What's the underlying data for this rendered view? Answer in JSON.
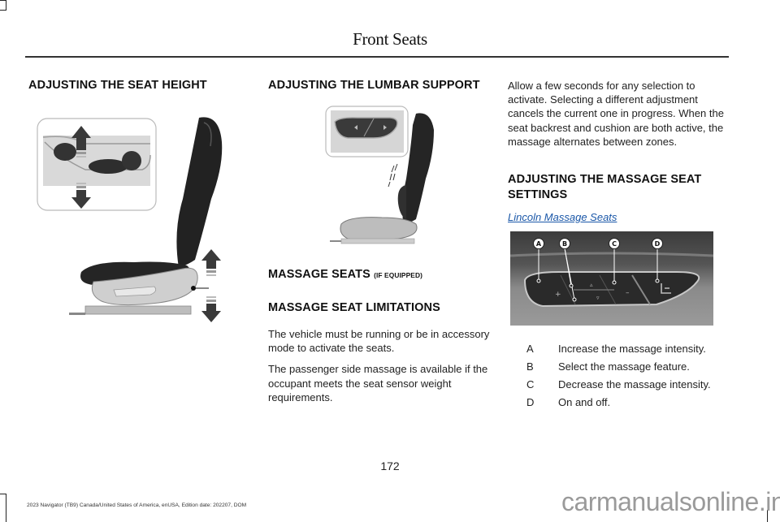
{
  "header": {
    "title": "Front Seats"
  },
  "col1": {
    "heading": "ADJUSTING THE SEAT HEIGHT",
    "figure": {
      "icon": "seat-height-diagram"
    }
  },
  "col2": {
    "heading": "ADJUSTING THE LUMBAR SUPPORT",
    "figure": {
      "icon": "lumbar-support-diagram"
    },
    "massage_heading": "MASSAGE SEATS",
    "massage_heading_note": "(IF EQUIPPED)",
    "limitations_heading": "MASSAGE SEAT LIMITATIONS",
    "paragraphs": [
      "The vehicle must be running or be in accessory mode to activate the seats.",
      "The passenger side massage is available if the occupant meets the seat sensor weight requirements."
    ]
  },
  "col3": {
    "intro": "Allow a few seconds for any selection to activate. Selecting a different adjustment cancels the current one in progress. When the seat backrest and cushion are both active, the massage alternates between zones.",
    "heading": "ADJUSTING THE MASSAGE SEAT SETTINGS",
    "link": "Lincoln Massage Seats",
    "figure": {
      "icon": "massage-controls-diagram",
      "callouts": [
        "A",
        "B",
        "C",
        "D"
      ],
      "button_glyphs": {
        "plus": "+",
        "up": "▵",
        "down": "▿",
        "minus": "–"
      }
    },
    "legend": [
      {
        "key": "A",
        "text": "Increase the massage intensity."
      },
      {
        "key": "B",
        "text": "Select the massage feature."
      },
      {
        "key": "C",
        "text": "Decrease the massage intensity."
      },
      {
        "key": "D",
        "text": "On and off."
      }
    ]
  },
  "footer": {
    "page_number": "172",
    "edition": "2023 Navigator (TB9) Canada/United States of America, enUSA, Edition date: 202207, DOM",
    "watermark": "carmanualsonline.info"
  }
}
